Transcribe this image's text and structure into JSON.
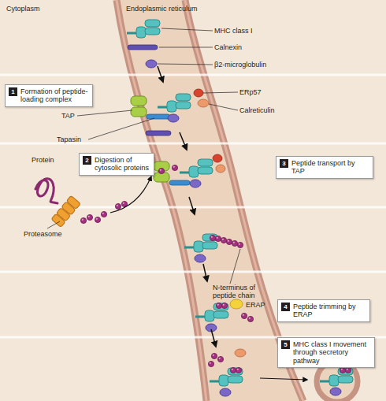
{
  "diagram": {
    "nodes": [
      {
        "text": [
          "1",
          "Formation of peptide-loading complex"
        ]
      },
      {
        "text": [
          "2",
          "Digestion of cytosolic proteins"
        ]
      },
      {
        "text": [
          "3",
          "Peptide transport by TAP"
        ]
      },
      {
        "text": [
          "4",
          "Peptide trimming by ERAP"
        ]
      },
      {
        "text": [
          "5",
          "MHC class I movement through secretory pathway"
        ]
      }
    ],
    "labels": [
      "Cytoplasm",
      "Endoplasmic reticulum",
      "MHC class I",
      "Calnexin",
      "β2-microglobulin",
      "TAP",
      "ERp57",
      "Tapasin",
      "Calreticulin",
      "Protein",
      "Proteasome",
      "N-terminus of peptide chain",
      "ERAP"
    ]
  }
}
